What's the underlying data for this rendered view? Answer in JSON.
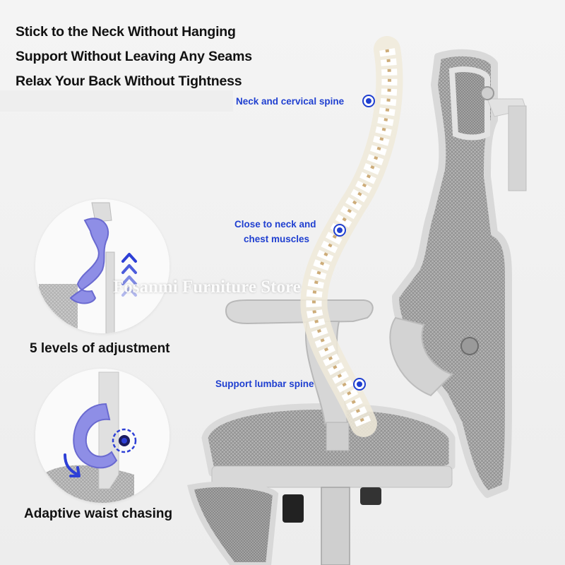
{
  "headlines": [
    "Stick to the Neck Without Hanging",
    "Support Without Leaving Any Seams",
    "Relax Your Back Without Tightness"
  ],
  "callouts": {
    "neck": "Neck and cervical spine",
    "chest_line1": "Close to neck and",
    "chest_line2": "chest muscles",
    "lumbar": "Support lumbar spine"
  },
  "features": {
    "headrest": "5 levels of adjustment",
    "lumbar": "Adaptive waist chasing"
  },
  "watermark": "Fosanmi Furniture Store",
  "colors": {
    "accent": "#1f3fd0",
    "mesh": "#9a9a9a",
    "frame": "#dcdcdc",
    "highlight": "#8e8ee6"
  },
  "icons": [
    "up-arrows-icon",
    "rotate-arrow-icon",
    "down-arrow-icon"
  ]
}
